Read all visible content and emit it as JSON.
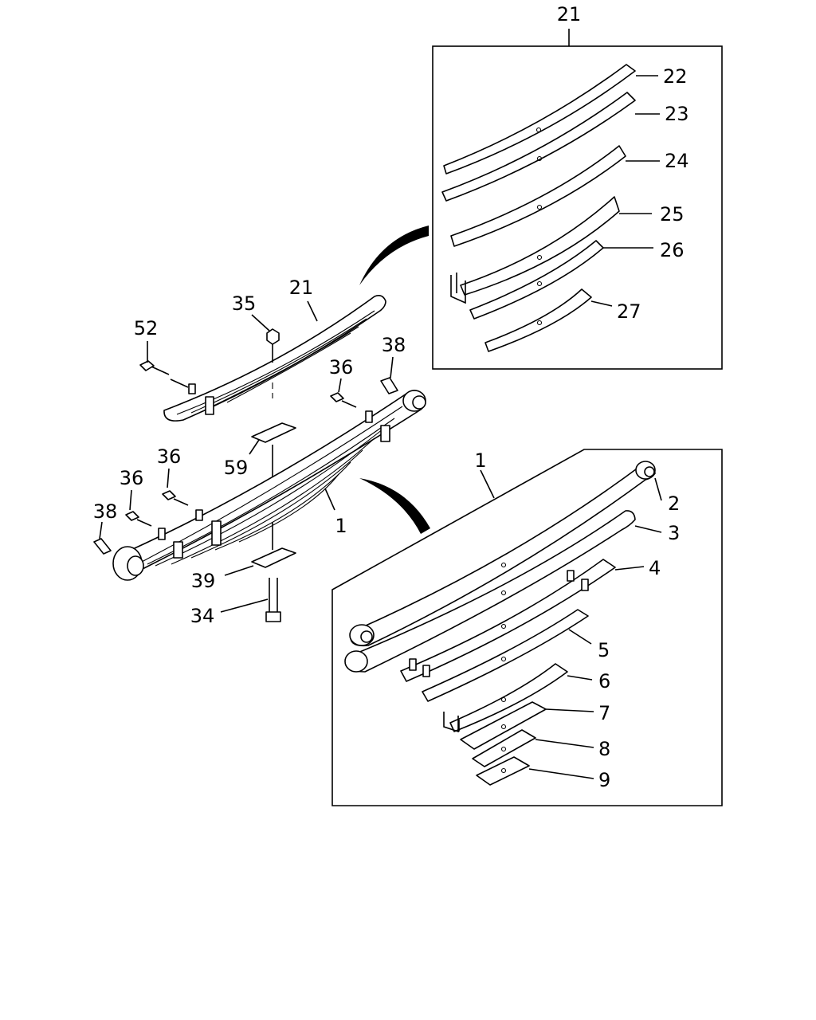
{
  "diagram": {
    "callouts": [
      {
        "id": "c21_top",
        "text": "21"
      },
      {
        "id": "c22",
        "text": "22"
      },
      {
        "id": "c23",
        "text": "23"
      },
      {
        "id": "c24",
        "text": "24"
      },
      {
        "id": "c25",
        "text": "25"
      },
      {
        "id": "c26",
        "text": "26"
      },
      {
        "id": "c27",
        "text": "27"
      },
      {
        "id": "c21_main",
        "text": "21"
      },
      {
        "id": "c35",
        "text": "35"
      },
      {
        "id": "c52",
        "text": "52"
      },
      {
        "id": "c38_right",
        "text": "38"
      },
      {
        "id": "c36_right",
        "text": "36"
      },
      {
        "id": "c36_mid",
        "text": "36"
      },
      {
        "id": "c36_left",
        "text": "36"
      },
      {
        "id": "c38_left",
        "text": "38"
      },
      {
        "id": "c59",
        "text": "59"
      },
      {
        "id": "c1_main",
        "text": "1"
      },
      {
        "id": "c39",
        "text": "39"
      },
      {
        "id": "c34",
        "text": "34"
      },
      {
        "id": "c1_box",
        "text": "1"
      },
      {
        "id": "c2",
        "text": "2"
      },
      {
        "id": "c3",
        "text": "3"
      },
      {
        "id": "c4",
        "text": "4"
      },
      {
        "id": "c5",
        "text": "5"
      },
      {
        "id": "c6",
        "text": "6"
      },
      {
        "id": "c7",
        "text": "7"
      },
      {
        "id": "c8",
        "text": "8"
      },
      {
        "id": "c9",
        "text": "9"
      }
    ]
  }
}
